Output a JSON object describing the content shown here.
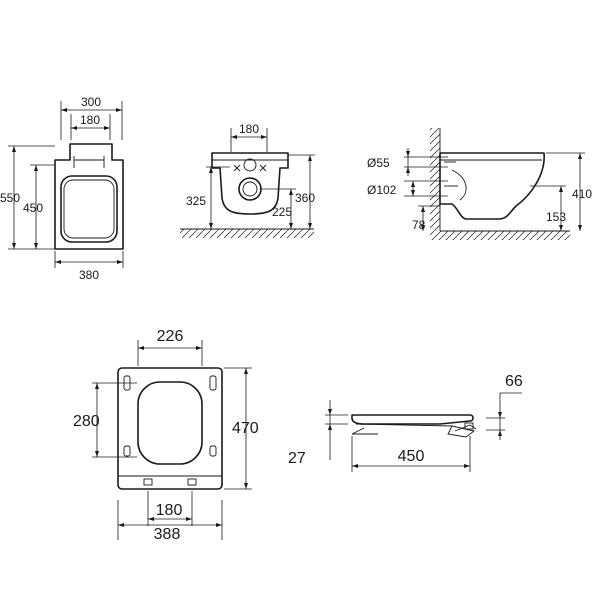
{
  "views": {
    "top": {
      "dim_top_outer": "300",
      "dim_top_inner": "180",
      "dim_left_outer": "550",
      "dim_left_inner": "450",
      "dim_bottom": "380"
    },
    "front": {
      "dim_top": "180",
      "dim_left": "325",
      "dim_right_outer": "360",
      "dim_right_inner": "225"
    },
    "side": {
      "dim_pipe_small": "Ø55",
      "dim_pipe_large": "Ø102",
      "dim_floor_offset": "78",
      "dim_height": "410",
      "dim_outlet": "153"
    },
    "seat_top": {
      "dim_top": "226",
      "dim_left": "280",
      "dim_right": "470",
      "dim_bottom_inner": "180",
      "dim_bottom_outer": "388"
    },
    "seat_side": {
      "dim_right": "66",
      "dim_left": "27",
      "dim_bottom": "450"
    }
  }
}
